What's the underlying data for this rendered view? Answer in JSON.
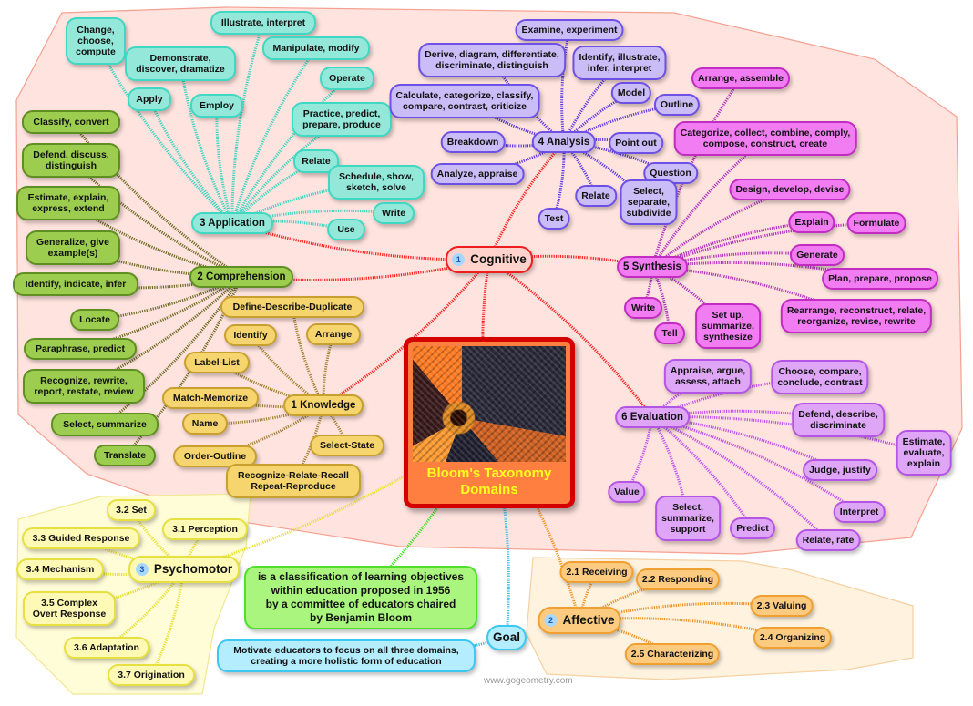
{
  "title": {
    "line1": "Bloom's Taxonomy",
    "line2": "Domains"
  },
  "watermark": "www.gogeometry.com",
  "colors": {
    "cognitive": "#ffd3cb",
    "application": "#93e8da",
    "comprehension": "#9ccd4e",
    "knowledge": "#f6d46e",
    "analysis": "#cabcf6",
    "synthesis": "#f27cf2",
    "evaluation": "#dfa6f7",
    "psychomotor": "#fff9b6",
    "affective": "#fccb80",
    "definition": "#aaf57e",
    "goal": "#b4edfd",
    "center": "#ff7f40",
    "title_text": "#ffff20"
  },
  "nodes": [
    {
      "id": "cognitive",
      "text": "Cognitive",
      "badge": "1",
      "group": "cognitive",
      "parent": "center"
    },
    {
      "id": "application",
      "text": "3 Application",
      "group": "application",
      "parent": "cognitive"
    },
    {
      "id": "a1",
      "text": "Change,\nchoose,\ncompute",
      "group": "application",
      "parent": "application"
    },
    {
      "id": "a2",
      "text": "Demonstrate,\ndiscover, dramatize",
      "group": "application",
      "parent": "application"
    },
    {
      "id": "a3",
      "text": "Illustrate, interpret",
      "group": "application",
      "parent": "application"
    },
    {
      "id": "a4",
      "text": "Manipulate, modify",
      "group": "application",
      "parent": "application"
    },
    {
      "id": "a5",
      "text": "Apply",
      "group": "application",
      "parent": "application"
    },
    {
      "id": "a6",
      "text": "Employ",
      "group": "application",
      "parent": "application"
    },
    {
      "id": "a7",
      "text": "Operate",
      "group": "application",
      "parent": "application"
    },
    {
      "id": "a8",
      "text": "Practice, predict,\nprepare, produce",
      "group": "application",
      "parent": "application"
    },
    {
      "id": "a9",
      "text": "Relate",
      "group": "application",
      "parent": "application"
    },
    {
      "id": "a10",
      "text": "Schedule, show,\nsketch, solve",
      "group": "application",
      "parent": "application"
    },
    {
      "id": "a11",
      "text": "Write",
      "group": "application",
      "parent": "application"
    },
    {
      "id": "a12",
      "text": "Use",
      "group": "application",
      "parent": "application"
    },
    {
      "id": "comprehension",
      "text": "2 Comprehension",
      "group": "comprehension",
      "parent": "cognitive"
    },
    {
      "id": "c1",
      "text": "Classify, convert",
      "group": "comprehension",
      "parent": "comprehension"
    },
    {
      "id": "c2",
      "text": "Defend, discuss,\ndistinguish",
      "group": "comprehension",
      "parent": "comprehension"
    },
    {
      "id": "c3",
      "text": "Estimate, explain,\nexpress, extend",
      "group": "comprehension",
      "parent": "comprehension"
    },
    {
      "id": "c4",
      "text": "Generalize, give\nexample(s)",
      "group": "comprehension",
      "parent": "comprehension"
    },
    {
      "id": "c5",
      "text": "Identify, indicate, infer",
      "group": "comprehension",
      "parent": "comprehension"
    },
    {
      "id": "c6",
      "text": "Locate",
      "group": "comprehension",
      "parent": "comprehension"
    },
    {
      "id": "c7",
      "text": "Paraphrase, predict",
      "group": "comprehension",
      "parent": "comprehension"
    },
    {
      "id": "c8",
      "text": "Recognize, rewrite,\nreport, restate, review",
      "group": "comprehension",
      "parent": "comprehension"
    },
    {
      "id": "c9",
      "text": "Select, summarize",
      "group": "comprehension",
      "parent": "comprehension"
    },
    {
      "id": "c10",
      "text": "Translate",
      "group": "comprehension",
      "parent": "comprehension"
    },
    {
      "id": "knowledge",
      "text": "1 Knowledge",
      "group": "knowledge",
      "parent": "cognitive"
    },
    {
      "id": "k1",
      "text": "Define-Describe-Duplicate",
      "group": "knowledge",
      "parent": "knowledge"
    },
    {
      "id": "k2",
      "text": "Identify",
      "group": "knowledge",
      "parent": "knowledge"
    },
    {
      "id": "k3",
      "text": "Arrange",
      "group": "knowledge",
      "parent": "knowledge"
    },
    {
      "id": "k4",
      "text": "Label-List",
      "group": "knowledge",
      "parent": "knowledge"
    },
    {
      "id": "k5",
      "text": "Match-Memorize",
      "group": "knowledge",
      "parent": "knowledge"
    },
    {
      "id": "k6",
      "text": "Name",
      "group": "knowledge",
      "parent": "knowledge"
    },
    {
      "id": "k7",
      "text": "Order-Outline",
      "group": "knowledge",
      "parent": "knowledge"
    },
    {
      "id": "k8",
      "text": "Select-State",
      "group": "knowledge",
      "parent": "knowledge"
    },
    {
      "id": "k9",
      "text": "Recognize-Relate-Recall\nRepeat-Reproduce",
      "group": "knowledge",
      "parent": "knowledge"
    },
    {
      "id": "analysis",
      "text": "4 Analysis",
      "group": "analysis",
      "parent": "cognitive"
    },
    {
      "id": "n1",
      "text": "Examine, experiment",
      "group": "analysis",
      "parent": "analysis"
    },
    {
      "id": "n2",
      "text": "Derive, diagram, differentiate,\ndiscriminate, distinguish",
      "group": "analysis",
      "parent": "analysis"
    },
    {
      "id": "n3",
      "text": "Identify, illustrate,\ninfer, interpret",
      "group": "analysis",
      "parent": "analysis"
    },
    {
      "id": "n4",
      "text": "Calculate, categorize, classify,\ncompare, contrast, criticize",
      "group": "analysis",
      "parent": "analysis"
    },
    {
      "id": "n5",
      "text": "Model",
      "group": "analysis",
      "parent": "analysis"
    },
    {
      "id": "n6",
      "text": "Outline",
      "group": "analysis",
      "parent": "analysis"
    },
    {
      "id": "n7",
      "text": "Breakdown",
      "group": "analysis",
      "parent": "analysis"
    },
    {
      "id": "n8",
      "text": "Point out",
      "group": "analysis",
      "parent": "analysis"
    },
    {
      "id": "n9",
      "text": "Analyze, appraise",
      "group": "analysis",
      "parent": "analysis"
    },
    {
      "id": "n10",
      "text": "Question",
      "group": "analysis",
      "parent": "analysis"
    },
    {
      "id": "n11",
      "text": "Relate",
      "group": "analysis",
      "parent": "analysis"
    },
    {
      "id": "n12",
      "text": "Test",
      "group": "analysis",
      "parent": "analysis"
    },
    {
      "id": "n13",
      "text": "Select,\nseparate,\nsubdivide",
      "group": "analysis",
      "parent": "analysis"
    },
    {
      "id": "synthesis",
      "text": "5 Synthesis",
      "group": "synthesis",
      "parent": "cognitive"
    },
    {
      "id": "s1",
      "text": "Arrange, assemble",
      "group": "synthesis",
      "parent": "synthesis"
    },
    {
      "id": "s2",
      "text": "Categorize, collect, combine, comply,\ncompose, construct, create",
      "group": "synthesis",
      "parent": "synthesis"
    },
    {
      "id": "s3",
      "text": "Design, develop, devise",
      "group": "synthesis",
      "parent": "synthesis"
    },
    {
      "id": "s4",
      "text": "Explain",
      "group": "synthesis",
      "parent": "synthesis"
    },
    {
      "id": "s5",
      "text": "Formulate",
      "group": "synthesis",
      "parent": "synthesis"
    },
    {
      "id": "s6",
      "text": "Generate",
      "group": "synthesis",
      "parent": "synthesis"
    },
    {
      "id": "s7",
      "text": "Plan, prepare, propose",
      "group": "synthesis",
      "parent": "synthesis"
    },
    {
      "id": "s8",
      "text": "Rearrange, reconstruct, relate,\nreorganize, revise, rewrite",
      "group": "synthesis",
      "parent": "synthesis"
    },
    {
      "id": "s9",
      "text": "Write",
      "group": "synthesis",
      "parent": "synthesis"
    },
    {
      "id": "s10",
      "text": "Tell",
      "group": "synthesis",
      "parent": "synthesis"
    },
    {
      "id": "s11",
      "text": "Set up,\nsummarize,\nsynthesize",
      "group": "synthesis",
      "parent": "synthesis"
    },
    {
      "id": "evaluation",
      "text": "6 Evaluation",
      "group": "evaluation",
      "parent": "cognitive"
    },
    {
      "id": "e1",
      "text": "Appraise, argue,\nassess, attach",
      "group": "evaluation",
      "parent": "evaluation"
    },
    {
      "id": "e2",
      "text": "Choose, compare,\nconclude, contrast",
      "group": "evaluation",
      "parent": "evaluation"
    },
    {
      "id": "e3",
      "text": "Defend, describe,\ndiscriminate",
      "group": "evaluation",
      "parent": "evaluation"
    },
    {
      "id": "e4",
      "text": "Estimate,\nevaluate,\nexplain",
      "group": "evaluation",
      "parent": "evaluation"
    },
    {
      "id": "e5",
      "text": "Judge, justify",
      "group": "evaluation",
      "parent": "evaluation"
    },
    {
      "id": "e6",
      "text": "Interpret",
      "group": "evaluation",
      "parent": "evaluation"
    },
    {
      "id": "e7",
      "text": "Relate, rate",
      "group": "evaluation",
      "parent": "evaluation"
    },
    {
      "id": "e8",
      "text": "Predict",
      "group": "evaluation",
      "parent": "evaluation"
    },
    {
      "id": "e9",
      "text": "Select,\nsummarize,\nsupport",
      "group": "evaluation",
      "parent": "evaluation"
    },
    {
      "id": "e10",
      "text": "Value",
      "group": "evaluation",
      "parent": "evaluation"
    },
    {
      "id": "psychomotor",
      "text": "Psychomotor",
      "badge": "3",
      "group": "psychomotor",
      "parent": "center"
    },
    {
      "id": "p2",
      "text": "3.2 Set",
      "group": "psychomotor",
      "parent": "psychomotor"
    },
    {
      "id": "p1",
      "text": "3.1 Perception",
      "group": "psychomotor",
      "parent": "psychomotor"
    },
    {
      "id": "p3",
      "text": "3.3 Guided Response",
      "group": "psychomotor",
      "parent": "psychomotor"
    },
    {
      "id": "p4",
      "text": "3.4 Mechanism",
      "group": "psychomotor",
      "parent": "psychomotor"
    },
    {
      "id": "p5",
      "text": "3.5 Complex\nOvert Response",
      "group": "psychomotor",
      "parent": "psychomotor"
    },
    {
      "id": "p6",
      "text": "3.6 Adaptation",
      "group": "psychomotor",
      "parent": "psychomotor"
    },
    {
      "id": "p7",
      "text": "3.7 Origination",
      "group": "psychomotor",
      "parent": "psychomotor"
    },
    {
      "id": "affective",
      "text": "Affective",
      "badge": "2",
      "group": "affective",
      "parent": "center"
    },
    {
      "id": "f1",
      "text": "2.1 Receiving",
      "group": "affective",
      "parent": "affective"
    },
    {
      "id": "f2",
      "text": "2.2 Responding",
      "group": "affective",
      "parent": "affective"
    },
    {
      "id": "f3",
      "text": "2.3 Valuing",
      "group": "affective",
      "parent": "affective"
    },
    {
      "id": "f4",
      "text": "2.4 Organizing",
      "group": "affective",
      "parent": "affective"
    },
    {
      "id": "f5",
      "text": "2.5 Characterizing",
      "group": "affective",
      "parent": "affective"
    },
    {
      "id": "definition",
      "text": "is a classification of learning objectives\nwithin education proposed in 1956\nby a committee of educators chaired\nby Benjamin Bloom",
      "group": "definition",
      "parent": "center"
    },
    {
      "id": "goal",
      "text": "Goal",
      "group": "goal",
      "parent": "center"
    },
    {
      "id": "goaltext",
      "text": "Motivate educators to focus on all three domains,\ncreating a more holistic form of education",
      "group": "goal",
      "parent": "goal"
    }
  ]
}
